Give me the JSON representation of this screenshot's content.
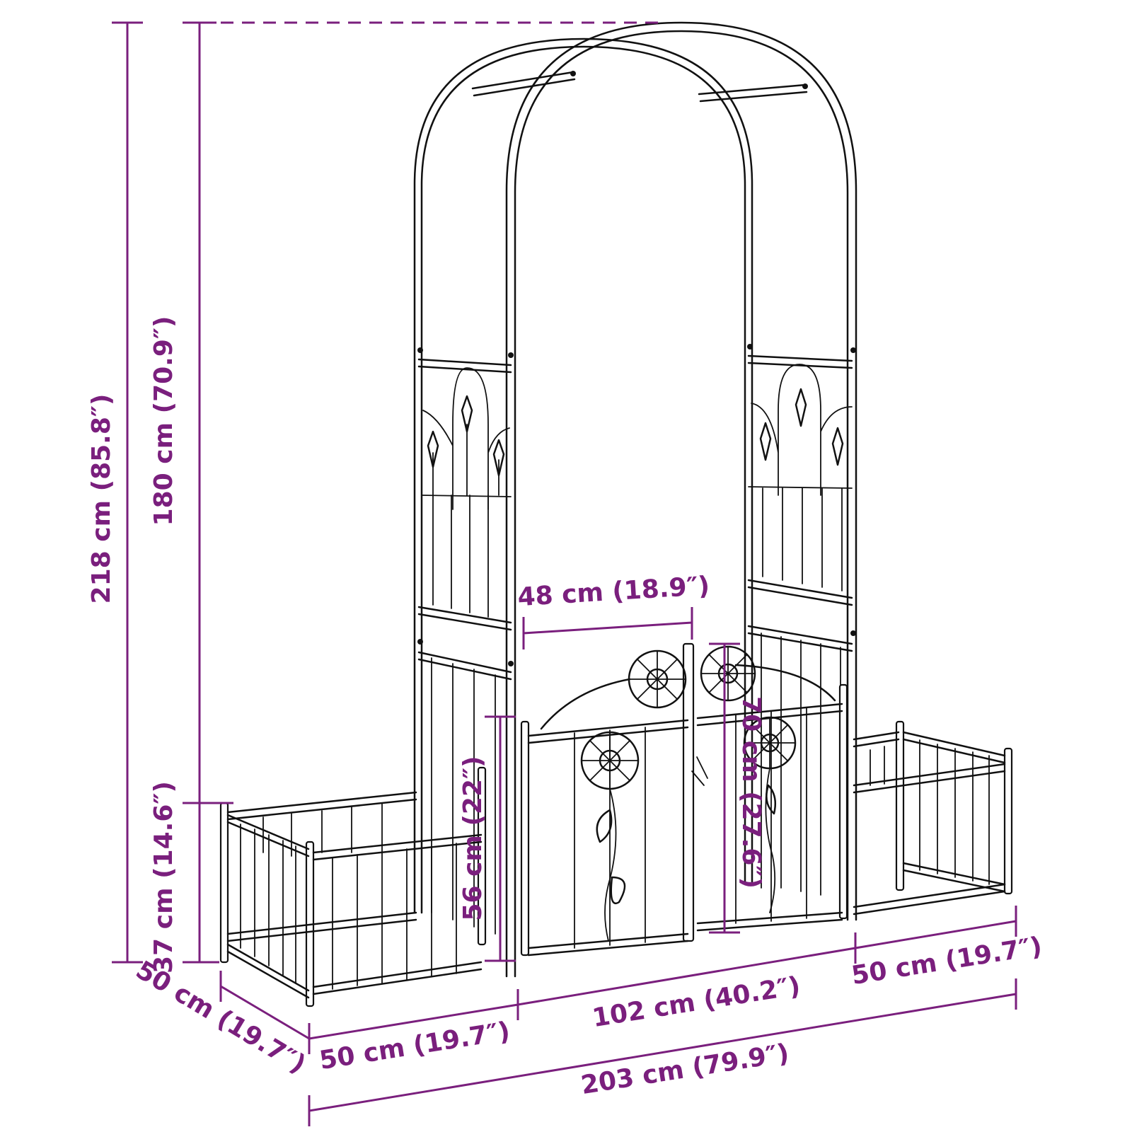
{
  "colors": {
    "dimension": "#7a1f7d",
    "outline": "#111111",
    "background": "#ffffff"
  },
  "dimensions": {
    "total_height": "218 cm (85.8″)",
    "arch_side_height": "180 cm (70.9″)",
    "planter_height": "37 cm (14.6″)",
    "gate_width": "48 cm (18.9″)",
    "gate_height_right": "70 cm (27.6″)",
    "gate_height_left": "56 cm (22″)",
    "planter_depth": "50 cm (19.7″)",
    "planter_width_left": "50 cm (19.7″)",
    "arch_width": "102 cm (40.2″)",
    "planter_width_right": "50 cm (19.7″)",
    "total_width": "203 cm (79.9″)"
  }
}
